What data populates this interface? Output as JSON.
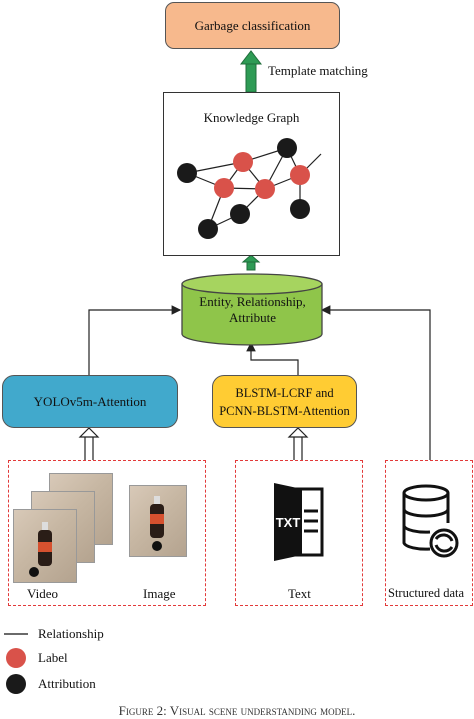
{
  "nodes": {
    "garbage": "Garbage classification",
    "template_matching": "Template matching",
    "knowledge_graph": "Knowledge Graph",
    "database": [
      "Entity, Relationship,",
      "Attribute"
    ],
    "yolo": "YOLOv5m-Attention",
    "blstm": [
      "BLSTM-LCRF and",
      "PCNN-BLSTM-Attention"
    ]
  },
  "inputs": {
    "video": "Video",
    "image": "Image",
    "text": "Text",
    "txt_icon": "TXT",
    "structured": "Structured data"
  },
  "legend": {
    "relationship": "Relationship",
    "label": "Label",
    "attribution": "Attribution"
  },
  "caption": "Figure 2: Visual scene understanding model.",
  "colors": {
    "garbage_fill": "#f7b98d",
    "yolo_fill": "#41a9cc",
    "blstm_fill": "#ffcc33",
    "database_fill": "#8fc54a",
    "label_node": "#d9524a",
    "attribution_node": "#1a1a1a",
    "arrow_green": "#2e9b55",
    "dashed_red": "#e23a3a"
  },
  "icons": [
    "txt-file-icon",
    "database-sync-icon",
    "bottle-photo-icon"
  ]
}
